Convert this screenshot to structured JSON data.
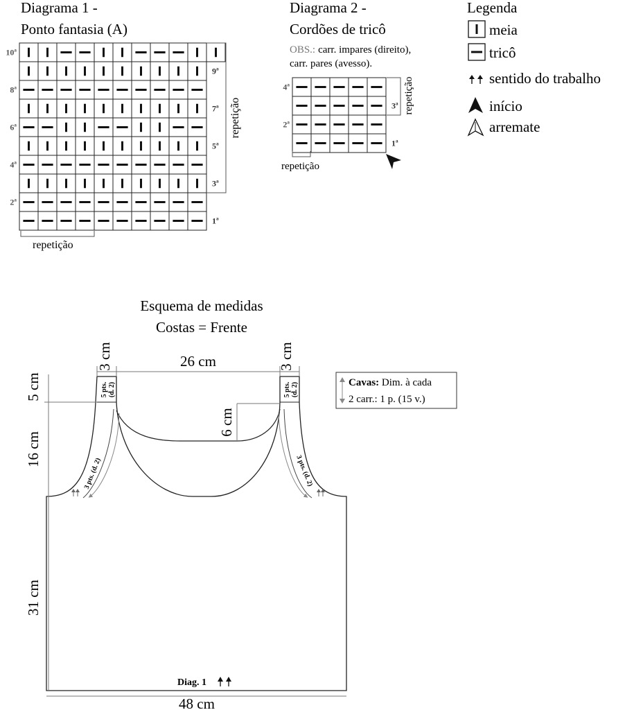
{
  "diagram1": {
    "title_line1": "Diagrama 1 -",
    "title_line2": "Ponto fantasia (A)",
    "rows": [
      "||--||---||",
      "||||||||||",
      "----------",
      "||||||||||",
      "--||--||--",
      "||||||||||",
      "----------",
      "||||||||||",
      "----------",
      "----------"
    ],
    "left_labels": [
      "10ª",
      "",
      "8ª",
      "",
      "6ª",
      "",
      "4ª",
      "",
      "2ª",
      ""
    ],
    "right_labels": [
      "",
      "9ª",
      "",
      "7ª",
      "",
      "5ª",
      "",
      "3ª",
      "",
      "1ª"
    ],
    "repeat_label_side": "repetição",
    "repeat_label_bottom": "repetição"
  },
  "diagram2": {
    "title_line1": "Diagrama 2 -",
    "title_line2": "Cordões de tricô",
    "obs_label": "OBS.:",
    "obs_line1": "carr. impares (direito),",
    "obs_line2": "carr. pares (avesso).",
    "rows": [
      "-----",
      "-----",
      "-----",
      "-----"
    ],
    "left_labels": [
      "4ª",
      "",
      "2ª",
      ""
    ],
    "right_labels": [
      "",
      "3ª",
      "",
      "1ª"
    ],
    "repeat_label_side": "repetição",
    "repeat_label_bottom": "repetição"
  },
  "legend": {
    "title": "Legenda",
    "knit": "meia",
    "purl": "tricô",
    "direction": "sentido do trabalho",
    "start": "início",
    "finish": "arremate"
  },
  "schematic": {
    "title_line1": "Esquema de medidas",
    "title_line2": "Costas =  Frente",
    "m_strap_left": "3 cm",
    "m_strap_right": "3 cm",
    "m_neck_width": "26 cm",
    "m_neck_depth": "6 cm",
    "m_shoulder_height": "5 cm",
    "m_armhole_height": "16 cm",
    "m_body_height": "31 cm",
    "m_width": "48 cm",
    "strap_note_a": "5 pts.",
    "strap_note_b": "(d. 2)",
    "edge_note": "3 pts. (d. 2)",
    "bottom_label": "Diag. 1",
    "cavas_bold": "Cavas:",
    "cavas_line1": " Dim. à cada",
    "cavas_line2": "2 carr.: 1 p. (15 v.)"
  }
}
